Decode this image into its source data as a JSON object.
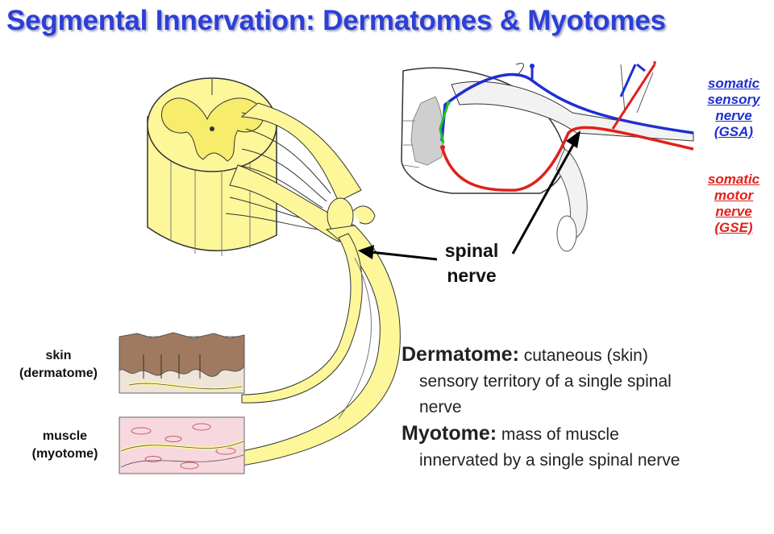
{
  "title": "Segmental Innervation: Dermatomes & Myotomes",
  "labels": {
    "spinal_nerve": [
      "spinal",
      "nerve"
    ],
    "sensory": [
      "somatic",
      "sensory",
      "nerve",
      "(GSA)"
    ],
    "motor": [
      "somatic",
      "motor",
      "nerve",
      "(GSE)"
    ],
    "skin": [
      "skin",
      "(dermatome)"
    ],
    "muscle": [
      "muscle",
      "(myotome)"
    ]
  },
  "definitions": {
    "dermatome": {
      "term": "Dermatome",
      "line1": "cutaneous (skin)",
      "line2": "sensory territory of a single spinal",
      "line3": "nerve"
    },
    "myotome": {
      "term": "Myotome",
      "line1": "mass of muscle",
      "line2": "innervated by a single spinal nerve"
    }
  },
  "colors": {
    "title": "#2c3fd6",
    "sensory": "#1f2fd1",
    "motor": "#e0201a",
    "cord": "#fdf79a",
    "skin": "#a07a60",
    "muscle": "#f7d8de"
  }
}
